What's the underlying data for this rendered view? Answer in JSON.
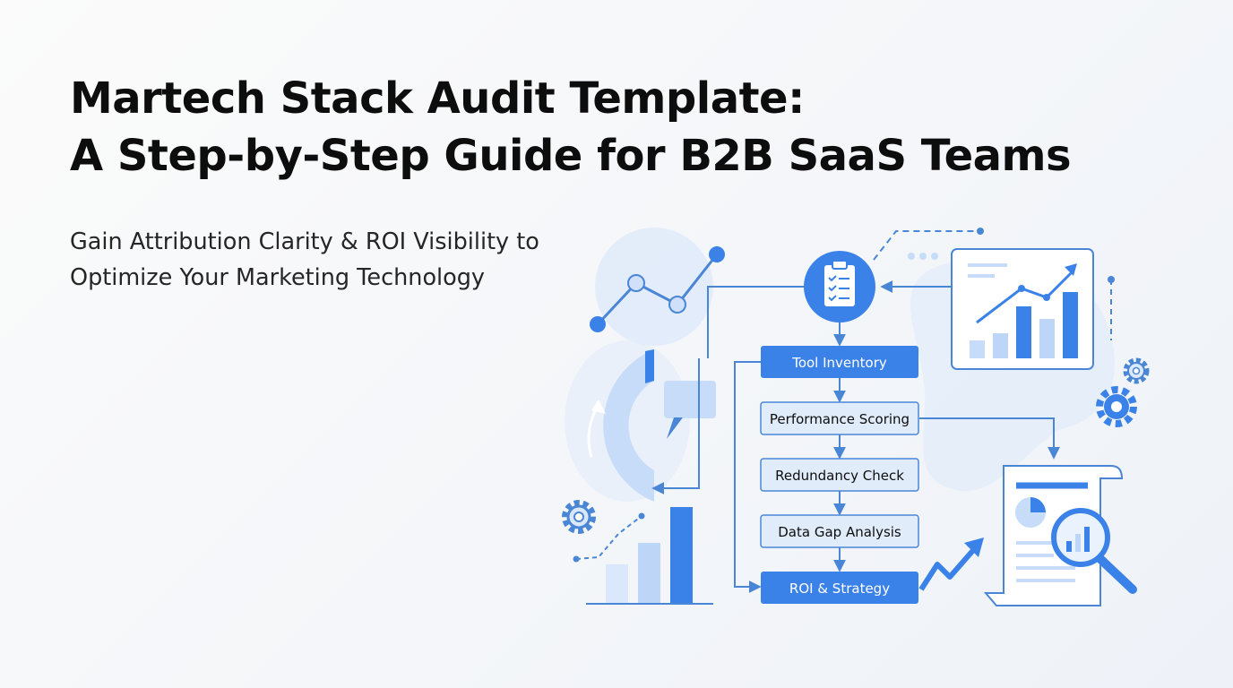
{
  "title": {
    "line1": "Martech Stack Audit Template:",
    "line2": "A Step-by-Step Guide for B2B SaaS Teams"
  },
  "subtitle": {
    "line1": "Gain Attribution Clarity & ROI Visibility to",
    "line2": "Optimize Your Marketing Technology"
  },
  "flow": {
    "steps": [
      {
        "label": "Tool Inventory",
        "highlight": true
      },
      {
        "label": "Performance Scoring",
        "highlight": false
      },
      {
        "label": "Redundancy Check",
        "highlight": false
      },
      {
        "label": "Data Gap Analysis",
        "highlight": false
      },
      {
        "label": "ROI & Strategy",
        "highlight": true
      }
    ]
  },
  "icons": {
    "center": "clipboard-checklist-icon",
    "top_right": "growth-bar-chart-icon",
    "bottom_right": "report-magnifier-icon",
    "left": "gauge-chat-icon",
    "gears": "gear-icon"
  },
  "colors": {
    "primary": "#3b82e8",
    "light_fill": "#dbe8fb",
    "pale_fill": "#c7dcf8",
    "line": "#4a86d6",
    "text": "#0d0d0d"
  }
}
